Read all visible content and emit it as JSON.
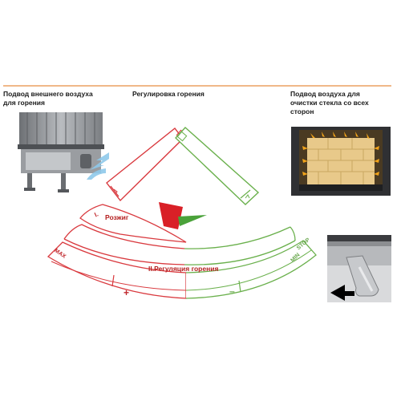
{
  "captions": {
    "external_air": "Подвод внешнего воздуха\nдля горения",
    "combustion_regulation": "Регулировка горения",
    "glass_cleaning_air": "Подвод воздуха для\nочистки стекла со всех\nсторон"
  },
  "diagram": {
    "ignition": "Розжиг",
    "stage_one": "I.",
    "stage_two": "II.",
    "regulation": "Регуляция горения",
    "max": "MAX",
    "stop": "STOP",
    "min": "MIN",
    "plus": "+",
    "minus": "–"
  },
  "colors": {
    "red": "#d9393e",
    "green": "#6ab04c",
    "accent_rule": "#f0b888"
  },
  "icons": [
    "air-flow-arrow-icon",
    "flame-arrow-icon",
    "lever-arrow-icon"
  ]
}
